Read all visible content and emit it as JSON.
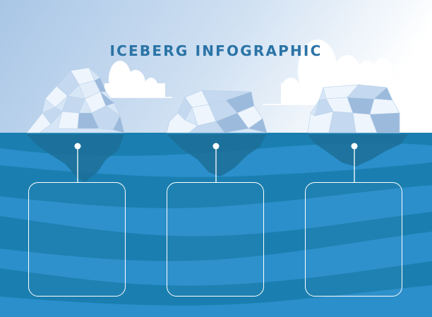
{
  "title": "ICEBERG INFOGRAPHIC",
  "colors": {
    "sky_top": "#a9c6e6",
    "sky_bottom": "#ffffff",
    "title": "#2a73a6",
    "sea_dark": "#1a7fb0",
    "sea_light": "#2a8fca",
    "ice_light": "#eef5fd",
    "ice_mid": "#c4d9ef",
    "ice_shadow": "#9cbadb",
    "underwater_ice": "#1c6f98",
    "line": "#ffffff"
  },
  "icebergs": [
    {
      "name": "left-iceberg"
    },
    {
      "name": "middle-iceberg"
    },
    {
      "name": "right-iceberg"
    }
  ],
  "info_boxes": [
    {
      "name": "info-box-1"
    },
    {
      "name": "info-box-2"
    },
    {
      "name": "info-box-3"
    }
  ]
}
